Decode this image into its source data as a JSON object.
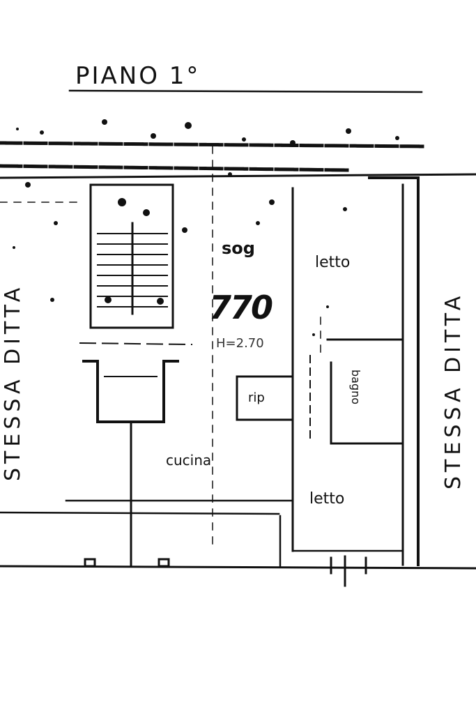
{
  "title": "PIANO 1°",
  "side_left": "STESSA DITTA",
  "side_right": "STESSA DITTA",
  "rooms": {
    "letto_top": "letto",
    "letto_bottom": "letto",
    "bagno": "bagno",
    "cucina": "cucina",
    "rip": "rip",
    "sog": "sog"
  },
  "annotations": {
    "code": "770",
    "height": "H=2.70"
  },
  "colors": {
    "ink": "#111111",
    "paper": "#ffffff"
  }
}
